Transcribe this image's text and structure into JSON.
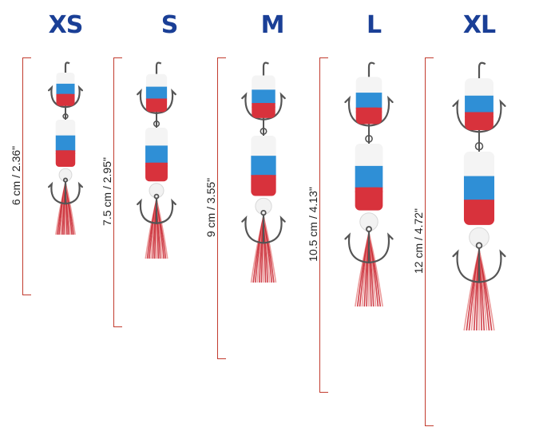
{
  "sizes": [
    {
      "label": "XS",
      "measurement": "6 cm / 2.36\""
    },
    {
      "label": "S",
      "measurement": "7.5 cm / 2.95\""
    },
    {
      "label": "M",
      "measurement": "9 cm / 3.55\""
    },
    {
      "label": "L",
      "measurement": "10.5 cm / 4.13\""
    },
    {
      "label": "XL",
      "measurement": "12 cm / 4.72\""
    }
  ],
  "colors": {
    "label": "#1a3f96",
    "bracket": "#c23b2e",
    "foam_white": "#f4f4f4",
    "foam_blue": "#2f8fd6",
    "foam_red": "#d8323c",
    "hook": "#555555",
    "tail": "#c8202a"
  }
}
